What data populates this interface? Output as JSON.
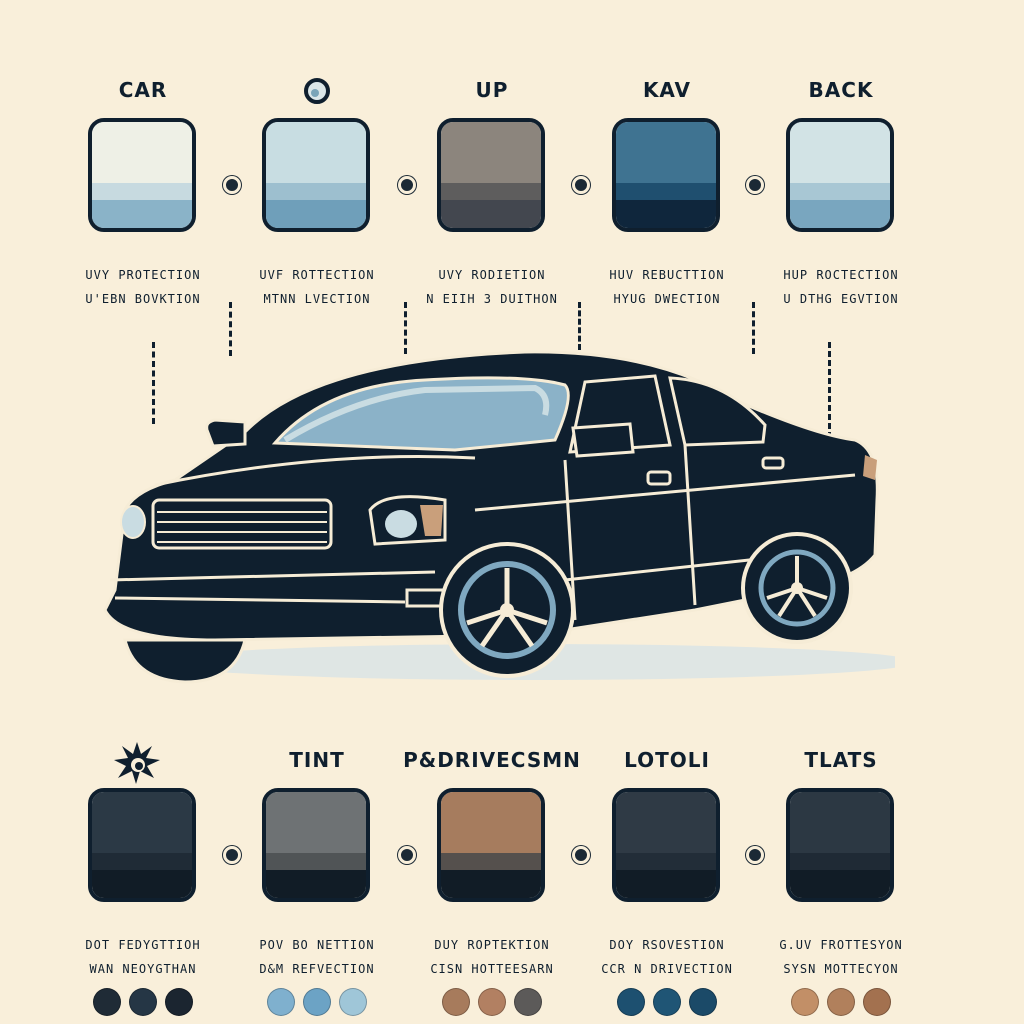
{
  "top_items": [
    {
      "title": "CAR",
      "caption1": "UVY PROTECTION",
      "caption2": "U'EBN BOVKTION",
      "colors": [
        "#eef0e6",
        "#c7dae0",
        "#8ab3c8"
      ]
    },
    {
      "title": "",
      "caption1": "UVF ROTTECTION",
      "caption2": "MTNN LVECTION",
      "colors": [
        "#c8dde2",
        "#9dbfcf",
        "#6f9fba"
      ]
    },
    {
      "title": "UP",
      "caption1": "UVY RODIETION",
      "caption2": "N EIIH 3 DUITHON",
      "colors": [
        "#8c857d",
        "#5e5d5d",
        "#43474f"
      ]
    },
    {
      "title": "KAV",
      "caption1": "HUV REBUCTTION",
      "caption2": "HYUG DWECTION",
      "colors": [
        "#3f7391",
        "#1f4f6f",
        "#0f263c"
      ]
    },
    {
      "title": "BACK",
      "caption1": "HUP ROCTECTION",
      "caption2": "U DTHG EGVTION",
      "colors": [
        "#d2e3e5",
        "#a8c7d4",
        "#79a6bf"
      ]
    }
  ],
  "bottom_items": [
    {
      "title": "",
      "caption1": "DOT FEDYGTTIOH",
      "caption2": "WAN NEOYGTHAN",
      "colors": [
        "#2b3945",
        "#1f2b36",
        "#111c26"
      ],
      "dots": [
        "#1f2b36",
        "#253645",
        "#1b2530"
      ]
    },
    {
      "title": "TINT",
      "caption1": "POV BO NETTION",
      "caption2": "D&M REFVECTION",
      "colors": [
        "#6e7274",
        "#505456",
        "#111c26"
      ],
      "dots": [
        "#7fb0ce",
        "#6ca3c5",
        "#9fc6d8"
      ]
    },
    {
      "title": "P&DRIVECSMN",
      "caption1": "DUY ROPTEKTION",
      "caption2": "CISN HOTTEESARN",
      "colors": [
        "#a67c5e",
        "#55504d",
        "#111c26"
      ],
      "dots": [
        "#a77b5c",
        "#b28062",
        "#5c5a59"
      ]
    },
    {
      "title": "LOTOLI",
      "caption1": "DOY RSOVESTION",
      "caption2": "CCR N DRIVECTION",
      "colors": [
        "#2f3a45",
        "#222d38",
        "#111c26"
      ],
      "dots": [
        "#1d5070",
        "#1f5575",
        "#1b4a68"
      ]
    },
    {
      "title": "TLATS",
      "caption1": "G.UV FROTTESYON",
      "caption2": "SYSN MOTTECYON",
      "colors": [
        "#2c3843",
        "#1f2a35",
        "#111c26"
      ],
      "dots": [
        "#c28f67",
        "#b1805c",
        "#a3714f"
      ]
    }
  ]
}
